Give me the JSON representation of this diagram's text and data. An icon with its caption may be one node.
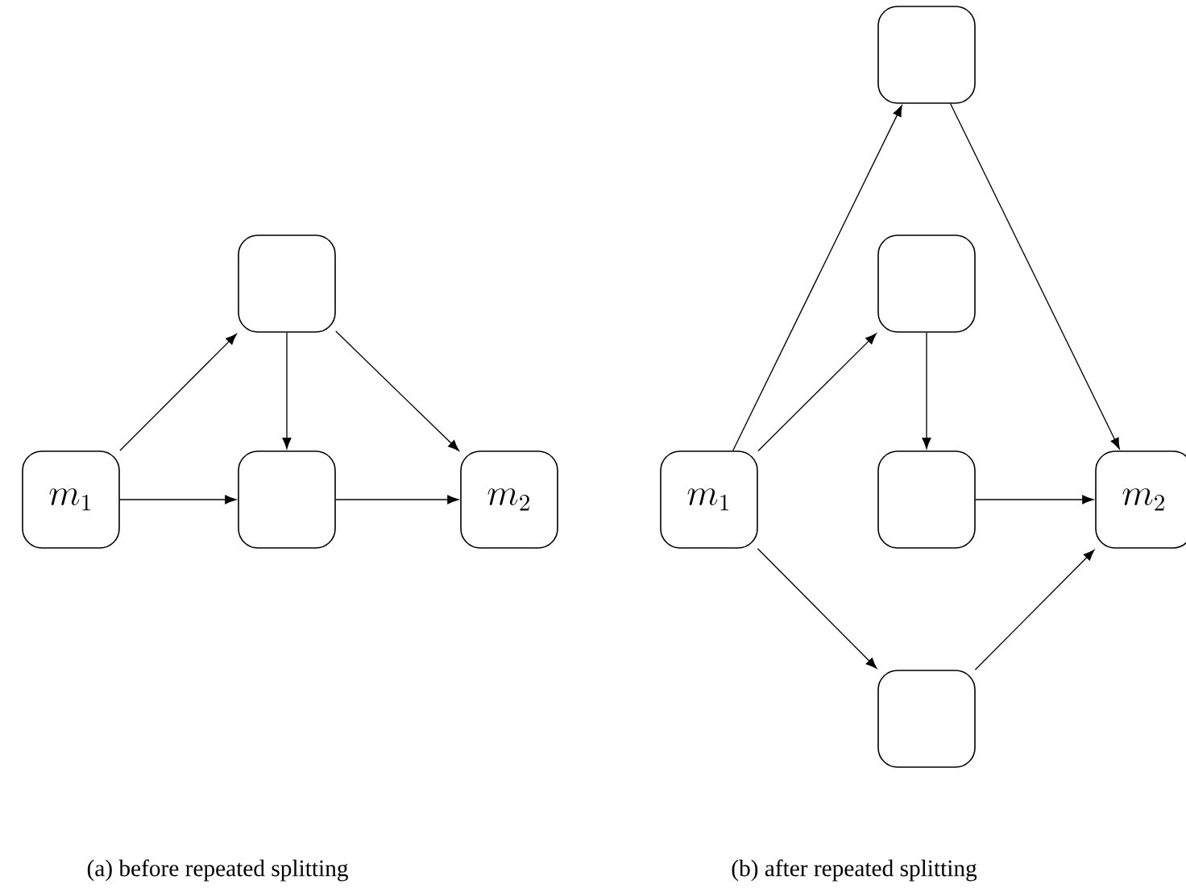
{
  "diagram": {
    "nodes": [
      {
        "text": [
          "m_1"
        ]
      },
      {
        "text": [],
        "shape": "box"
      },
      {
        "text": [],
        "shape": "box"
      },
      {
        "text": [
          "m_2"
        ]
      },
      {
        "text": [
          "m_1"
        ]
      },
      {
        "text": [],
        "shape": "box"
      },
      {
        "text": [],
        "shape": "box"
      },
      {
        "text": [],
        "shape": "box"
      },
      {
        "text": [],
        "shape": "box"
      },
      {
        "text": [
          "m_2"
        ]
      }
    ],
    "edges": [
      {
        "from": 0,
        "to": 1,
        "arrow": "to"
      },
      {
        "from": 0,
        "to": 2,
        "arrow": "to"
      },
      {
        "from": 1,
        "to": 2,
        "arrow": "to"
      },
      {
        "from": 1,
        "to": 3,
        "arrow": "to"
      },
      {
        "from": 2,
        "to": 3,
        "arrow": "to"
      },
      {
        "from": 4,
        "to": 5,
        "arrow": "to"
      },
      {
        "from": 4,
        "to": 6,
        "arrow": "to"
      },
      {
        "from": 4,
        "to": 8,
        "arrow": "to"
      },
      {
        "from": 5,
        "to": 9,
        "arrow": "to"
      },
      {
        "from": 6,
        "to": 7,
        "arrow": "to"
      },
      {
        "from": 7,
        "to": 9,
        "arrow": "to"
      },
      {
        "from": 8,
        "to": 9,
        "arrow": "to"
      }
    ],
    "labels": [
      "(a) before repeated splitting",
      "(b) after repeated splitting"
    ]
  }
}
